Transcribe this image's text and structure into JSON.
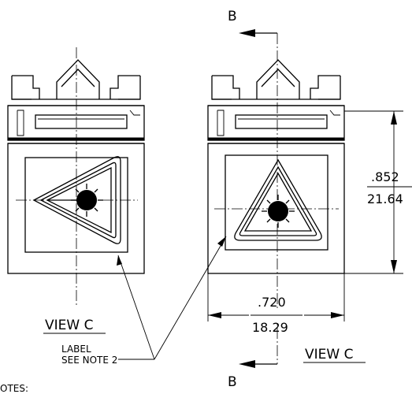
{
  "section_markers": {
    "top": "B",
    "bottom": "B"
  },
  "views": [
    {
      "caption": "VIEW C"
    },
    {
      "caption": "VIEW C"
    }
  ],
  "callout": {
    "line1": "LABEL",
    "line2": "SEE NOTE 2"
  },
  "dimensions": {
    "height": {
      "inches": ".852",
      "mm": "21.64"
    },
    "width": {
      "inches": ".720",
      "mm": "18.29"
    }
  },
  "notes_heading": "OTES:"
}
